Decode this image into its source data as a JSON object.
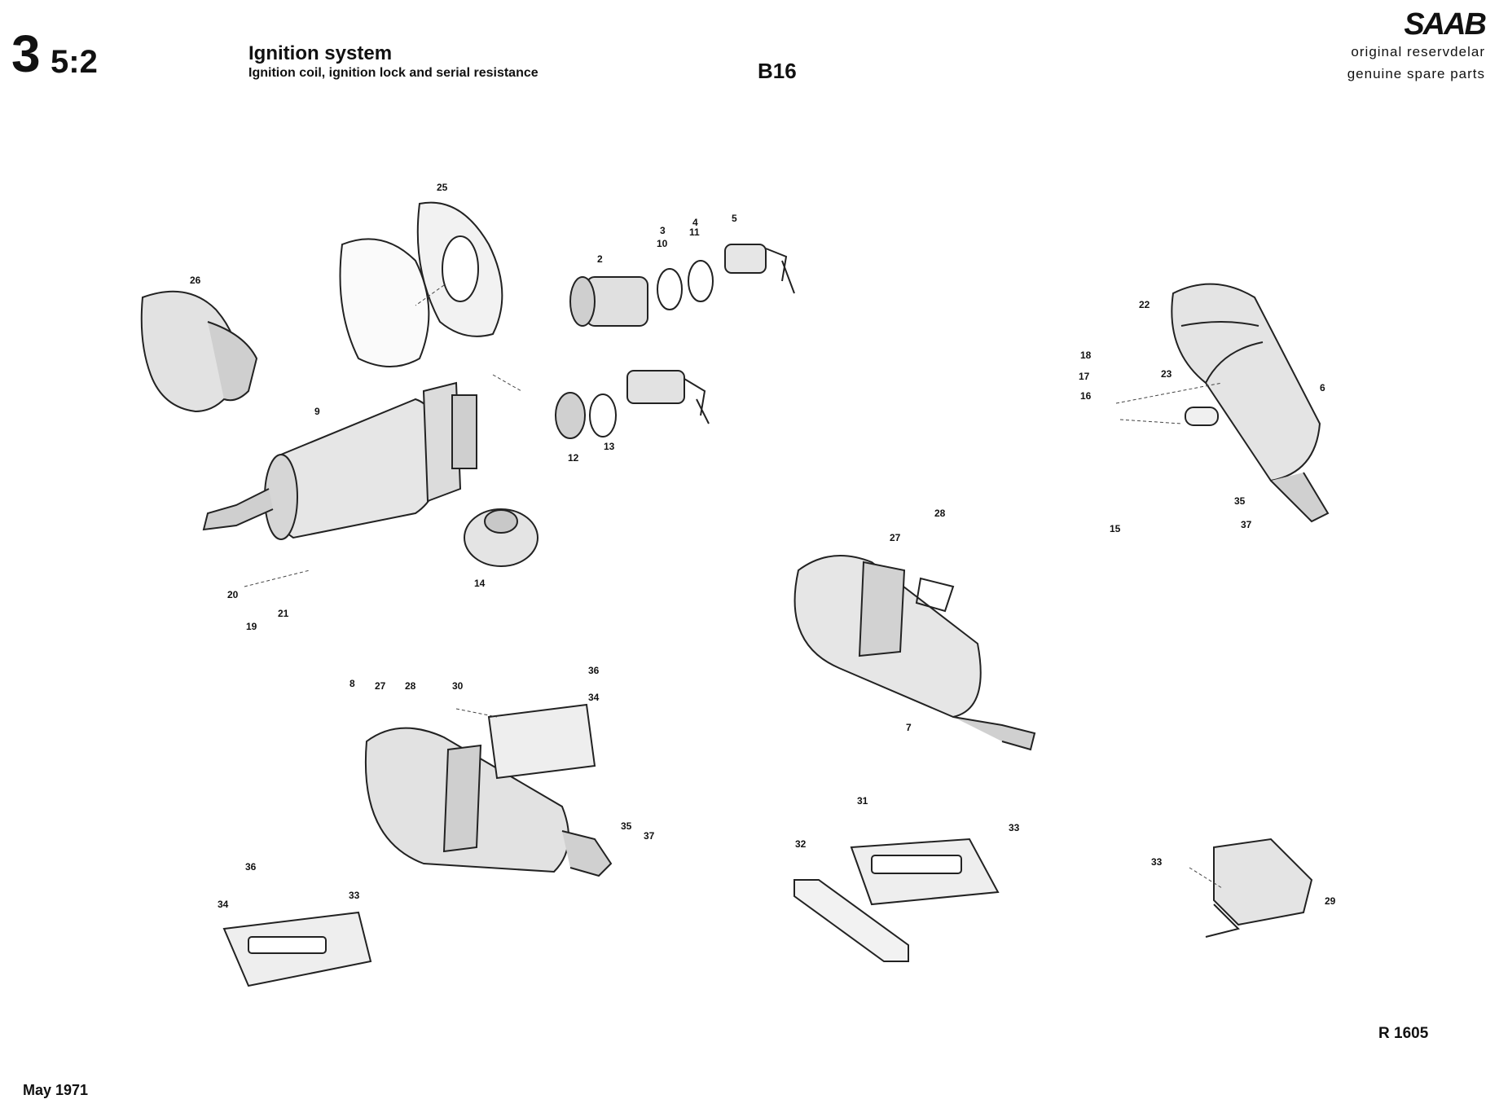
{
  "header": {
    "section_main": "3",
    "section_sub": "5:2",
    "title": "Ignition system",
    "subtitle": "Ignition coil, ignition lock and serial resistance",
    "model": "B16",
    "brand_logo": "SAAB",
    "brand_line1": "original reservdelar",
    "brand_line2": "genuine spare parts"
  },
  "footer": {
    "reference": "R 1605",
    "date": "May 1971"
  },
  "part_labels": {
    "p2": "2",
    "p3": "3",
    "p4": "4",
    "p5": "5",
    "p6": "6",
    "p7": "7",
    "p8": "8",
    "p9": "9",
    "p10": "10",
    "p11": "11",
    "p12": "12",
    "p13": "13",
    "p14": "14",
    "p15": "15",
    "p16": "16",
    "p17": "17",
    "p18": "18",
    "p19": "19",
    "p20": "20",
    "p21": "21",
    "p22": "22",
    "p23": "23",
    "p25": "25",
    "p26": "26",
    "p27a": "27",
    "p27b": "27",
    "p28a": "28",
    "p28b": "28",
    "p29": "29",
    "p30": "30",
    "p31": "31",
    "p32": "32",
    "p33a": "33",
    "p33b": "33",
    "p33c": "33",
    "p34a": "34",
    "p34b": "34",
    "p35a": "35",
    "p35b": "35",
    "p36a": "36",
    "p36b": "36",
    "p37a": "37",
    "p37b": "37"
  }
}
